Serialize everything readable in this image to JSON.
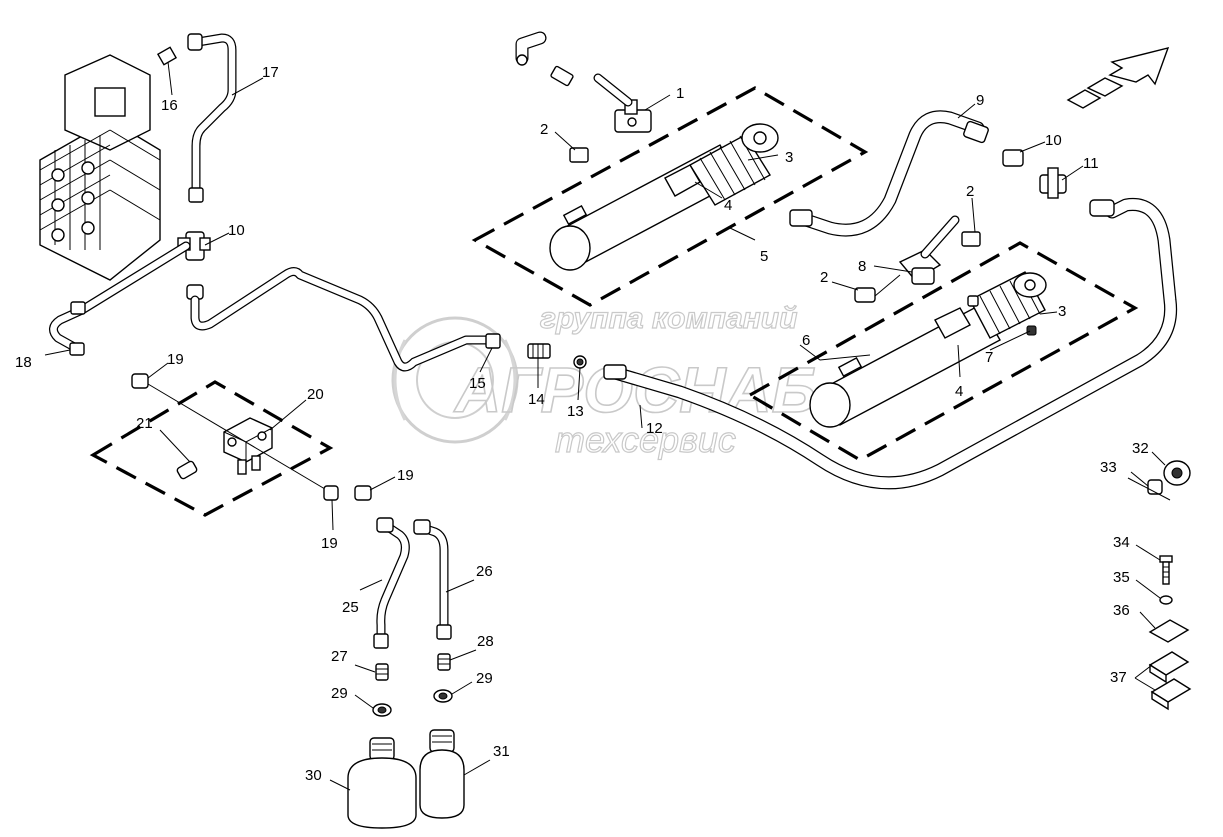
{
  "watermark": {
    "line1": "группа компаний",
    "line2": "АГРОСНАБ",
    "line3": "техсервис"
  },
  "callouts": [
    {
      "id": "c1",
      "text": "1"
    },
    {
      "id": "c2a",
      "text": "2"
    },
    {
      "id": "c3a",
      "text": "3"
    },
    {
      "id": "c4a",
      "text": "4"
    },
    {
      "id": "c5",
      "text": "5"
    },
    {
      "id": "c9",
      "text": "9"
    },
    {
      "id": "c10a",
      "text": "10"
    },
    {
      "id": "c11",
      "text": "11"
    },
    {
      "id": "c2b",
      "text": "2"
    },
    {
      "id": "c8",
      "text": "8"
    },
    {
      "id": "c2c",
      "text": "2"
    },
    {
      "id": "c3b",
      "text": "3"
    },
    {
      "id": "c6",
      "text": "6"
    },
    {
      "id": "c7",
      "text": "7"
    },
    {
      "id": "c4b",
      "text": "4"
    },
    {
      "id": "c17",
      "text": "17"
    },
    {
      "id": "c16",
      "text": "16"
    },
    {
      "id": "c10b",
      "text": "10"
    },
    {
      "id": "c18",
      "text": "18"
    },
    {
      "id": "c19a",
      "text": "19"
    },
    {
      "id": "c20",
      "text": "20"
    },
    {
      "id": "c21",
      "text": "21"
    },
    {
      "id": "c19b",
      "text": "19"
    },
    {
      "id": "c19c",
      "text": "19"
    },
    {
      "id": "c15",
      "text": "15"
    },
    {
      "id": "c14",
      "text": "14"
    },
    {
      "id": "c13",
      "text": "13"
    },
    {
      "id": "c12",
      "text": "12"
    },
    {
      "id": "c25",
      "text": "25"
    },
    {
      "id": "c26",
      "text": "26"
    },
    {
      "id": "c27",
      "text": "27"
    },
    {
      "id": "c28",
      "text": "28"
    },
    {
      "id": "c29a",
      "text": "29"
    },
    {
      "id": "c29b",
      "text": "29"
    },
    {
      "id": "c30",
      "text": "30"
    },
    {
      "id": "c31",
      "text": "31"
    },
    {
      "id": "c32",
      "text": "32"
    },
    {
      "id": "c33",
      "text": "33"
    },
    {
      "id": "c34",
      "text": "34"
    },
    {
      "id": "c35",
      "text": "35"
    },
    {
      "id": "c36",
      "text": "36"
    },
    {
      "id": "c37",
      "text": "37"
    }
  ]
}
